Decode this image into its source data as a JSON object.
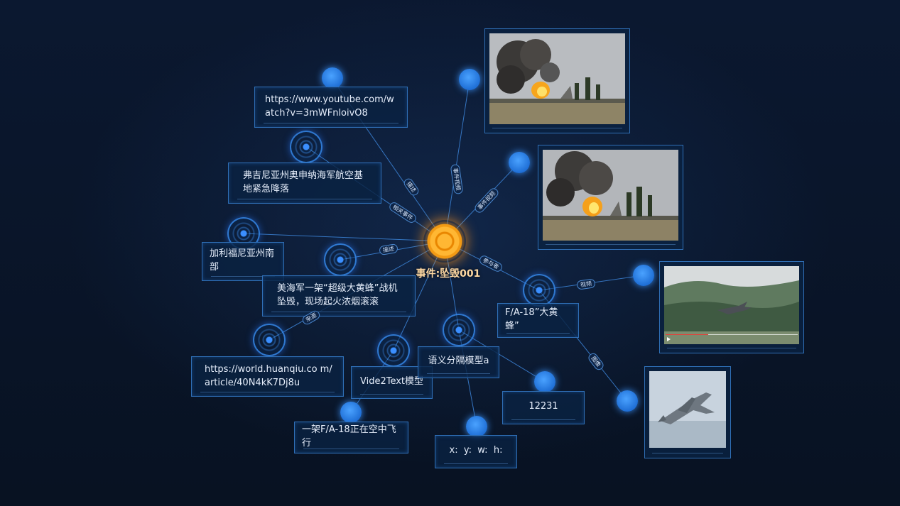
{
  "center_event": {
    "label": "事件:坠毁001",
    "color": "#f29a14"
  },
  "colors": {
    "node": "#1f6fd6",
    "edge": "#3a7fd0",
    "card_border": "#2f6fb6"
  },
  "text_cards": {
    "youtube_url": "https://www.youtube.com/watch?v=3mWFnloivO8",
    "virginia_landing": "弗吉尼亚州奥申纳海军航空基地紧急降落",
    "california_south": "加利福尼亚州南部",
    "crash_description": "美海军一架“超级大黄蜂”战机坠毁，现场起火浓烟滚滚",
    "huanqiu_url": "https://world.huanqiu.co m/article/40N4kK7Dj8u",
    "vide2text_model": "Vide2Text模型",
    "semantic_model": "语义分隔模型a",
    "fa18_hornet": "F/A-18”大黄蜂”",
    "number_12231": "12231",
    "fa18_flying": "一架F/A-18正在空中飞行",
    "bbox_fields": "x:  y:  w:  h:"
  },
  "edge_labels": {
    "description_top": "描述",
    "related_event": "相关事件",
    "description_mid": "描述",
    "event_video_1": "事件视频",
    "event_video_2": "事件视频",
    "participant": "参与者",
    "video": "视频",
    "source": "来源",
    "image": "图像"
  },
  "photos": {
    "crash_photo_1": "burning-jet-crash-photo",
    "crash_photo_2": "burning-jet-crash-photo",
    "takeoff_video": "jet-takeoff-video-frame",
    "flying_jet": "fa18-flying-photo"
  }
}
